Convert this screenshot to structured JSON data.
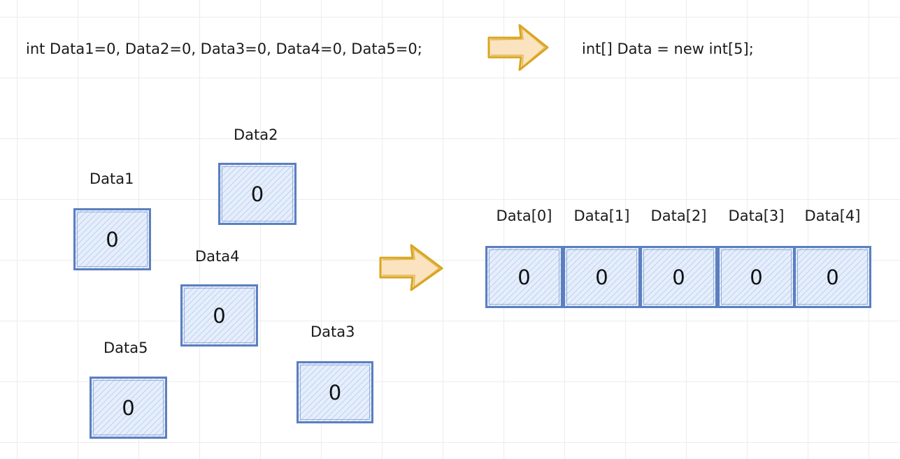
{
  "code": {
    "separate_vars": "int Data1=0, Data2=0, Data3=0, Data4=0, Data5=0;",
    "array_decl": "int[] Data = new int[5];"
  },
  "variables": [
    {
      "name": "Data1",
      "value": "0"
    },
    {
      "name": "Data2",
      "value": "0"
    },
    {
      "name": "Data3",
      "value": "0"
    },
    {
      "name": "Data4",
      "value": "0"
    },
    {
      "name": "Data5",
      "value": "0"
    }
  ],
  "array": [
    {
      "index": "Data[0]",
      "value": "0"
    },
    {
      "index": "Data[1]",
      "value": "0"
    },
    {
      "index": "Data[2]",
      "value": "0"
    },
    {
      "index": "Data[3]",
      "value": "0"
    },
    {
      "index": "Data[4]",
      "value": "0"
    }
  ],
  "colors": {
    "box_border": "#5b7fc0",
    "box_fill": "#e6eefb",
    "arrow_stroke": "#d9a520",
    "arrow_fill": "#fbe3c0"
  },
  "icons": [
    "right-arrow-icon"
  ]
}
